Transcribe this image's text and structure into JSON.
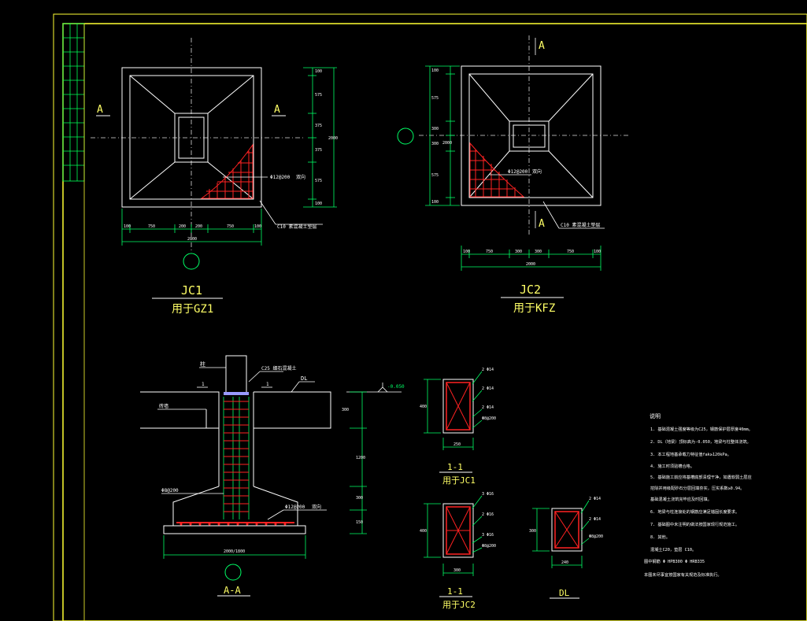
{
  "colors": {
    "background": "#000000",
    "border": "#ffff33",
    "line": "#ffffff",
    "rebar": "#ff2222",
    "dimension": "#00ff66",
    "text": "#ffff66"
  },
  "section_marks": {
    "a": "A",
    "one": "1"
  },
  "jc1": {
    "name": "JC1",
    "usage": "用于GZ1",
    "mesh_note": "Φ12@200",
    "mesh_label": "双向",
    "cushion_note": "C10 素混凝土垫层",
    "axis": "",
    "dims_bottom": [
      "100",
      "750",
      "200",
      "200",
      "750",
      "100"
    ],
    "dim_total_bottom": "2000",
    "dims_right": [
      "100",
      "575",
      "375",
      "375",
      "575",
      "100"
    ],
    "dim_total_right": "2000"
  },
  "jc2": {
    "name": "JC2",
    "usage": "用于KFZ",
    "mesh_note": "Φ12@200",
    "mesh_label": "双向",
    "cushion_note": "C10 素混凝土垫层",
    "dims_bottom": [
      "100",
      "750",
      "300",
      "300",
      "750",
      "100"
    ],
    "dim_total_bottom": "2000",
    "dims_left": [
      "100",
      "575",
      "300",
      "300",
      "575",
      "100"
    ],
    "dim_total_left": "2000"
  },
  "section_aa": {
    "name": "A-A",
    "label_top": "柱",
    "label_grout": "C25 细石混凝土",
    "label_beam": "DL",
    "label_wall": "砖墙",
    "elevation": "-0.050",
    "stirrup_note": "Φ8@200",
    "mesh_note": "Φ12@200",
    "mesh_label": "双向",
    "dims_right": [
      "300",
      "1200",
      "300",
      "150"
    ],
    "dim_bottom": "2000/1800"
  },
  "details": {
    "jc1_title": "1-1",
    "jc1_usage": "用于JC1",
    "jc1_bars": [
      "2 Φ14",
      "2 Φ14",
      "2 Φ14",
      "Φ8@200"
    ],
    "jc1_dim_h": "400",
    "jc1_dim_w": "250",
    "jc2_title": "1-1",
    "jc2_usage": "用于JC2",
    "jc2_bars": [
      "3 Φ16",
      "2 Φ16",
      "3 Φ16",
      "Φ8@200"
    ],
    "jc2_dim_h": "400",
    "jc2_dim_w": "300",
    "dl_title": "DL",
    "dl_bars": [
      "2 Φ14",
      "2 Φ14",
      "Φ8@200"
    ],
    "dl_dim_h": "300",
    "dl_dim_w": "240"
  },
  "notes": {
    "title": "说明",
    "lines": [
      "1. 基础混凝土强度等级为C25，钢筋保护层厚度40mm。",
      "2. DL（地梁）顶标高为-0.050，地梁与柱整体浇筑。",
      "3. 本工程地基承载力特征值fak≥120kPa。",
      "4. 施工时须验槽合格。",
      "5. 基础施工前应将基槽底部清理干净，如遇软弱土层应",
      "   挖除并用级配砂石分层回填夯实，压实系数≥0.94。",
      "   基础混凝土浇筑完毕应及时回填。",
      "6. 地梁与柱连接处的钢筋应满足锚固长度要求。",
      "7. 基础图中未注明的做法按国家现行规范施工。",
      "8. 其他。",
      "   混凝土C20，垫层 C10。",
      "   图中钢筋  Φ   HPB300  Φ   HRB335",
      "   本图未尽事宜按国家有关规范及标准执行。"
    ]
  }
}
